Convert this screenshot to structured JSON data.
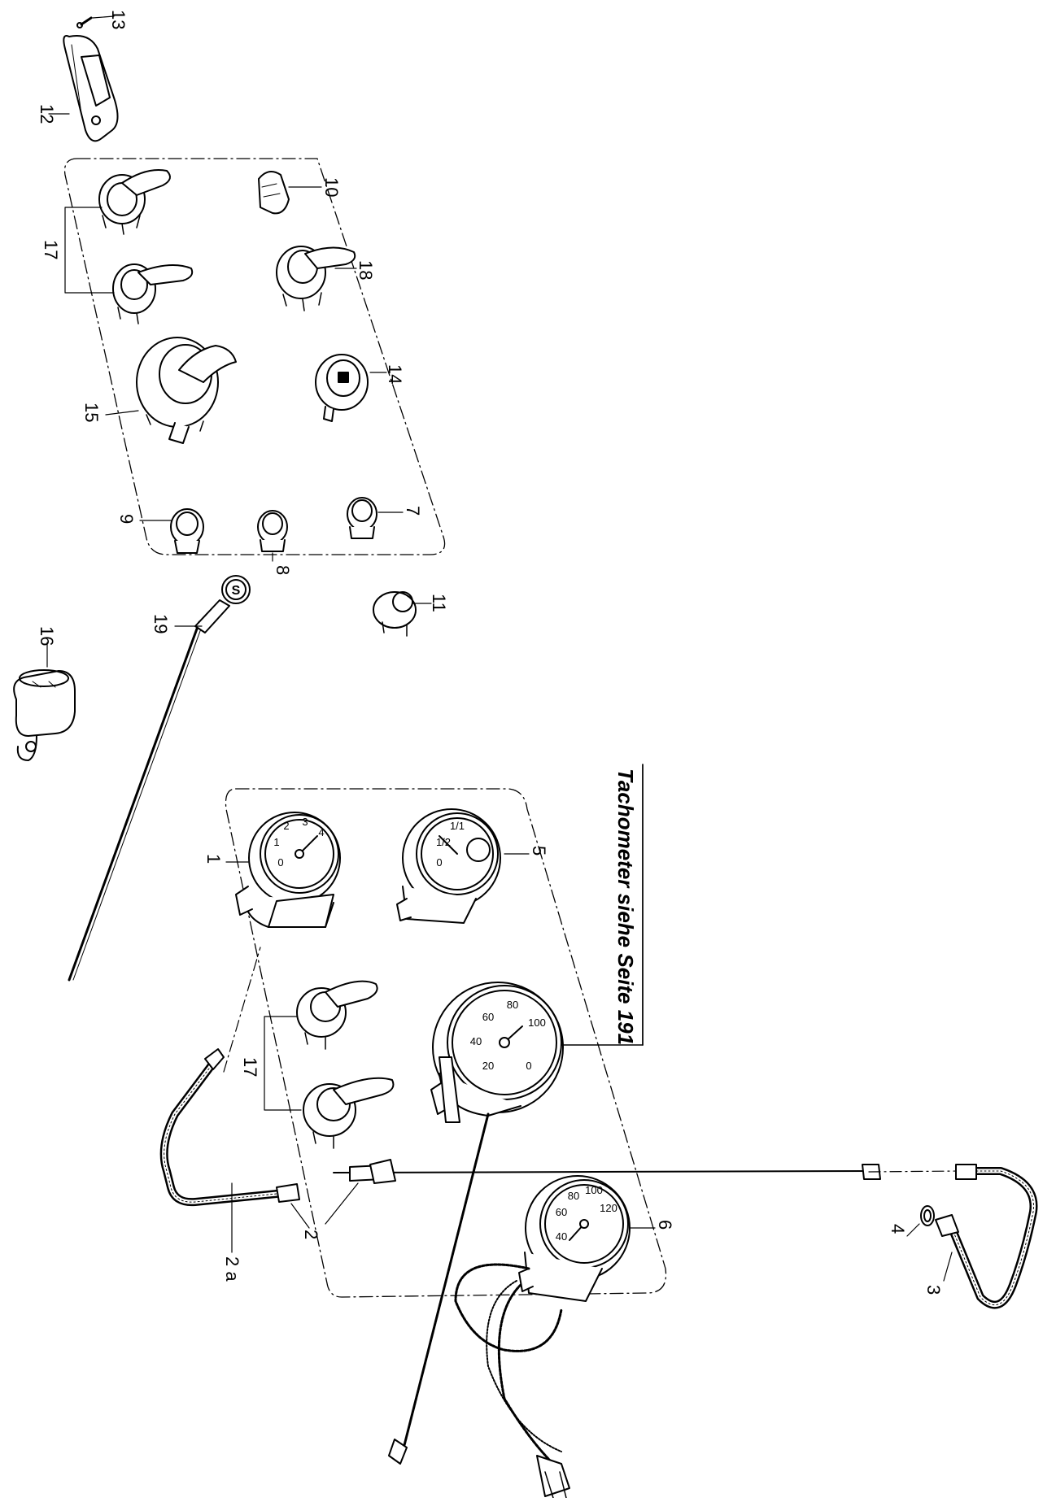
{
  "diagram": {
    "note": "Tachometer siehe Seite 191",
    "callouts": {
      "c1": "1",
      "c2a": "2 a",
      "c2": "2",
      "c3": "3",
      "c4": "4",
      "c5": "5",
      "c6": "6",
      "c7": "7",
      "c8": "8",
      "c9": "9",
      "c10": "10",
      "c11": "11",
      "c12": "12",
      "c13": "13",
      "c14": "14",
      "c15": "15",
      "c16": "16",
      "c17a": "17",
      "c17b": "17",
      "c18": "18",
      "c19": "19"
    },
    "speedo_scale": [
      "20",
      "40",
      "60",
      "80",
      "100",
      "0"
    ],
    "pressure_scale": [
      "0",
      "1",
      "2",
      "3",
      "4"
    ],
    "fuel_scale": [
      "0",
      "1/2",
      "1/1"
    ],
    "gauge6_scale": [
      "40",
      "60",
      "80",
      "100",
      "120"
    ],
    "choke_letter": "S"
  }
}
